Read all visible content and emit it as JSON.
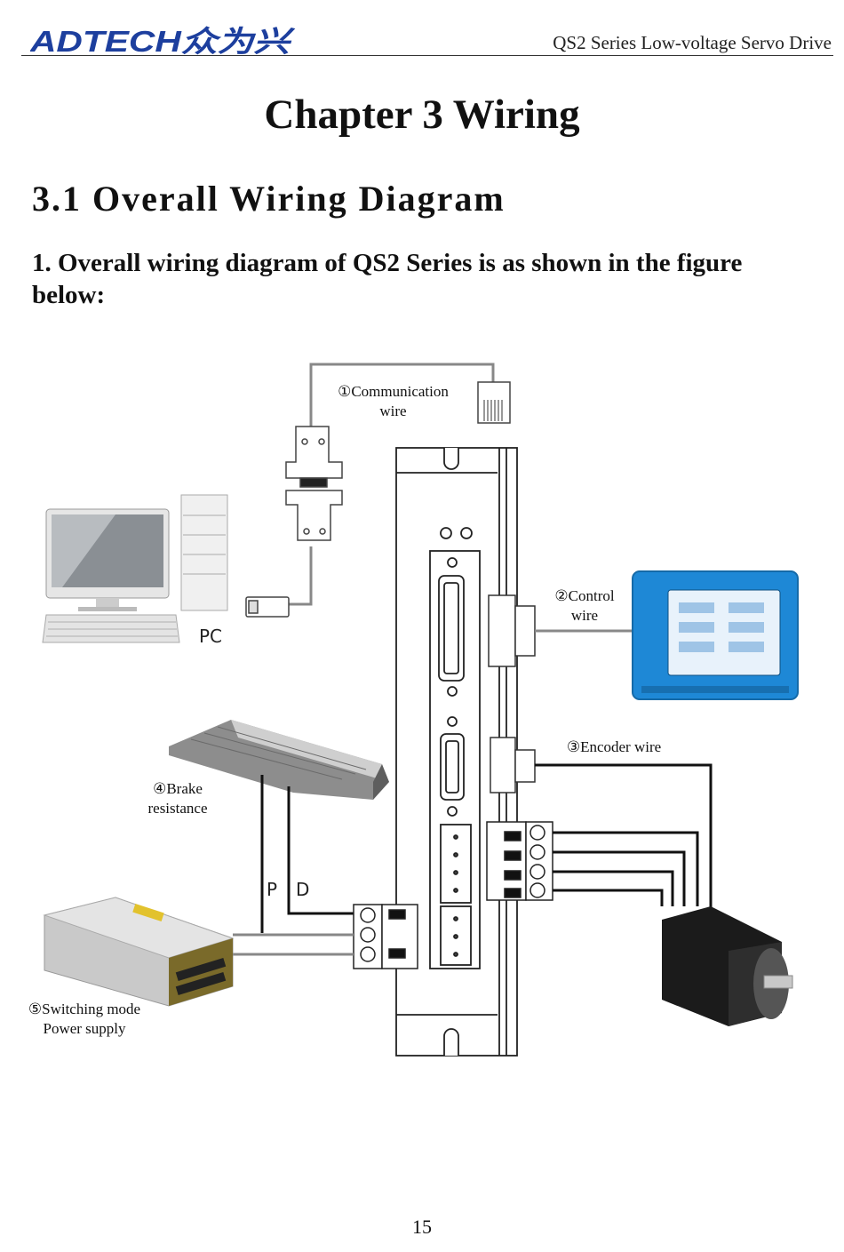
{
  "header": {
    "logo_text": "ADTECH众为兴",
    "title": "QS2 Series Low-voltage Servo Drive"
  },
  "chapter_title": "Chapter 3 Wiring",
  "section_title": "3.1 Overall Wiring Diagram",
  "intro_text": "1. Overall wiring diagram of QS2 Series is as shown in the figure below:",
  "diagram": {
    "labels": {
      "communication_line1": "①Communication",
      "communication_line2": "wire",
      "control_line1": "②Control",
      "control_line2": "wire",
      "encoder": "③Encoder wire",
      "brake_line1": "④Brake",
      "brake_line2": "resistance",
      "power_line1": "⑤Switching mode",
      "power_line2": "Power supply",
      "pc": "PC",
      "p_terminal": "P",
      "d_terminal": "D"
    }
  },
  "page_number": "15",
  "colors": {
    "logo_blue": "#1d3f9e",
    "hmi_blue": "#1e88d6",
    "wire": "#111111"
  }
}
